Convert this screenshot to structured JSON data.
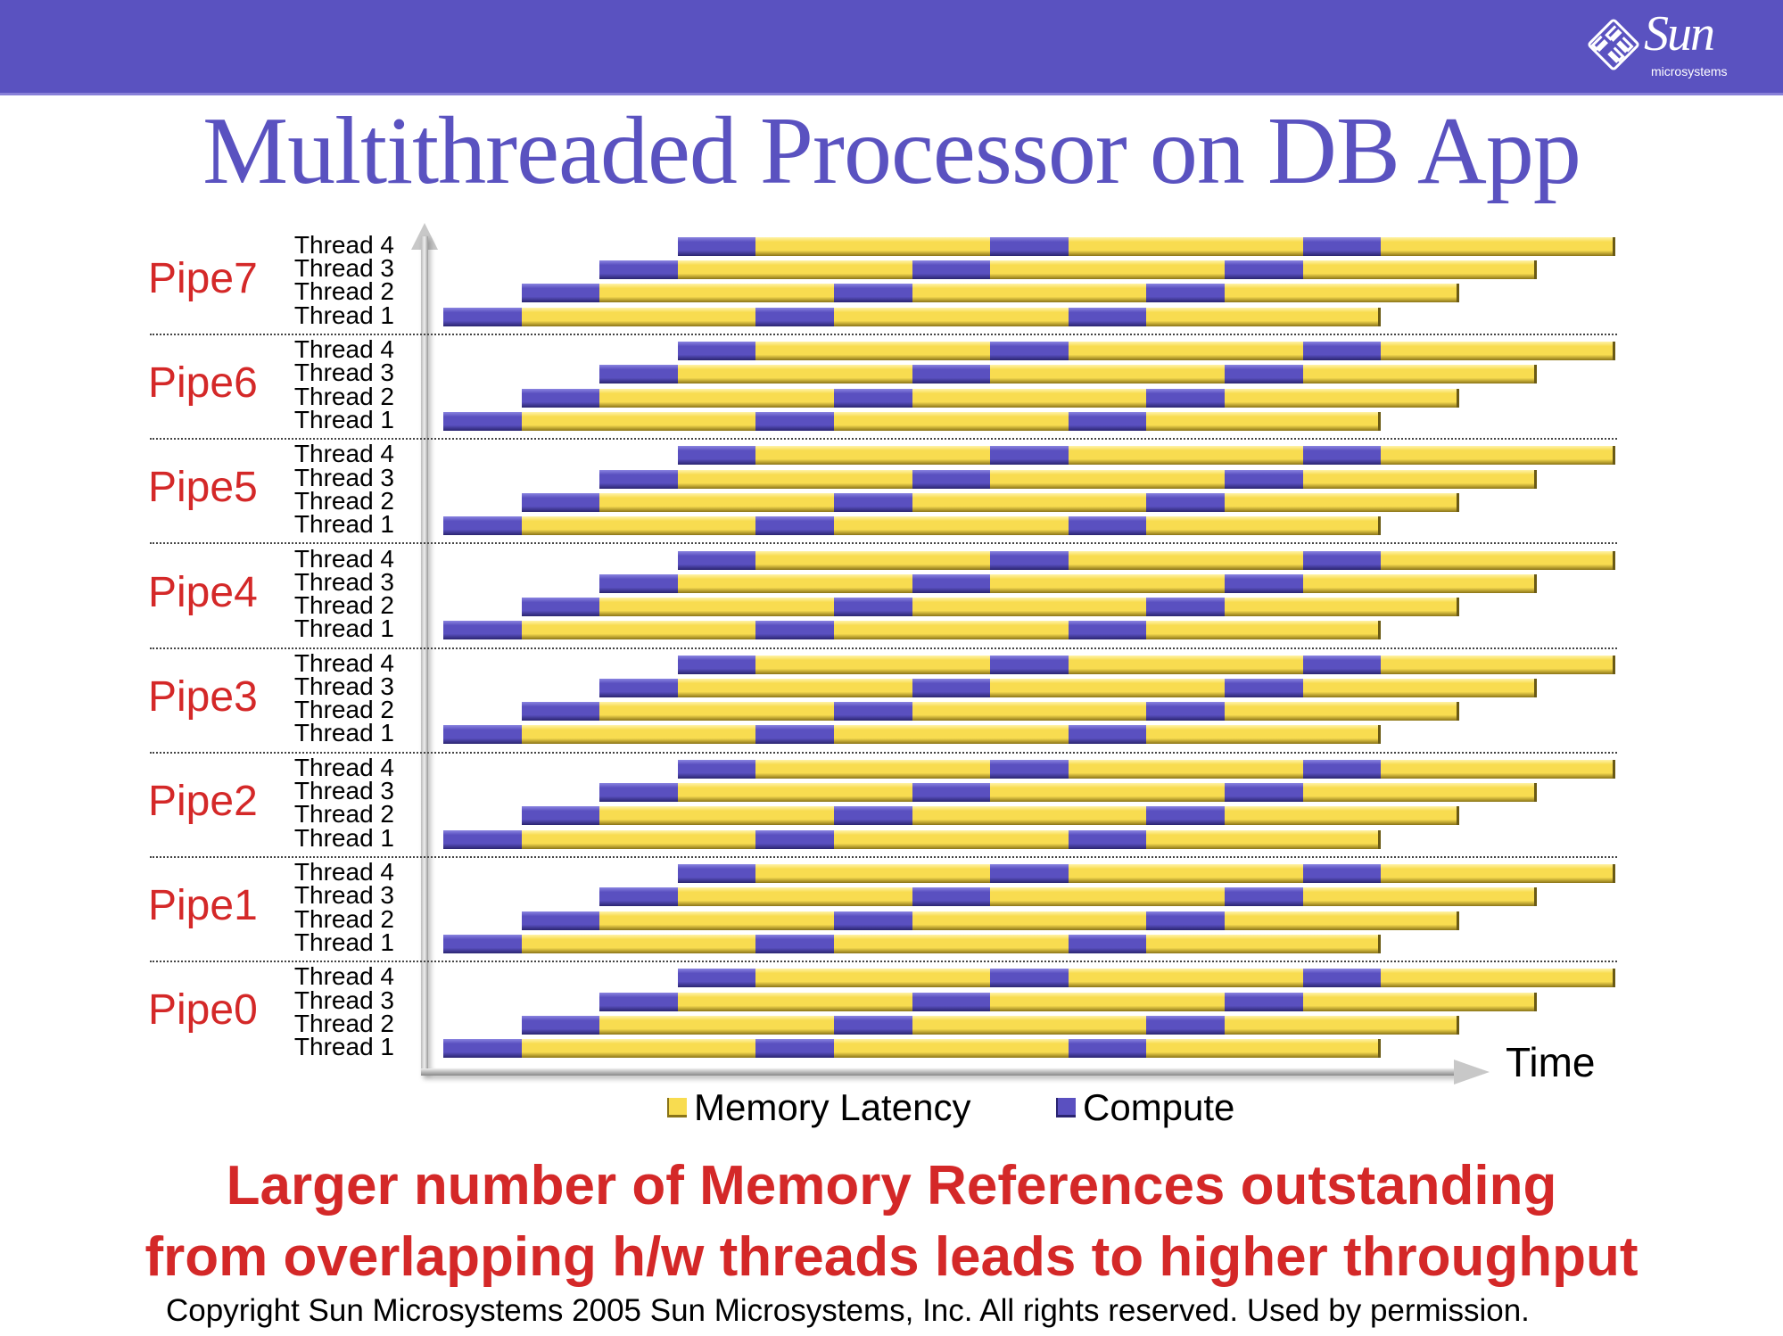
{
  "header": {
    "logo_word": "Sun",
    "logo_sub": "microsystems",
    "title": "Multithreaded Processor on DB App"
  },
  "colors": {
    "banner": "#5a52c0",
    "title": "#5a52c0",
    "compute": "#5a50c0",
    "memory_latency": "#f8dc50",
    "pipe_label": "#d42828",
    "takeaway": "#d42828"
  },
  "diagram": {
    "pipes": [
      "Pipe7",
      "Pipe6",
      "Pipe5",
      "Pipe4",
      "Pipe3",
      "Pipe2",
      "Pipe1",
      "Pipe0"
    ],
    "threads": [
      "Thread 4",
      "Thread 3",
      "Thread 2",
      "Thread 1"
    ],
    "x_axis_label": "Time",
    "timeline_units": "compute slots",
    "thread_schedules": [
      {
        "thread": "Thread 4",
        "start": 3,
        "segments": [
          {
            "type": "compute",
            "len": 1
          },
          {
            "type": "memory",
            "len": 3
          },
          {
            "type": "compute",
            "len": 1
          },
          {
            "type": "memory",
            "len": 3
          },
          {
            "type": "compute",
            "len": 1
          },
          {
            "type": "memory",
            "len": 3
          }
        ]
      },
      {
        "thread": "Thread 3",
        "start": 2,
        "segments": [
          {
            "type": "compute",
            "len": 1
          },
          {
            "type": "memory",
            "len": 3
          },
          {
            "type": "compute",
            "len": 1
          },
          {
            "type": "memory",
            "len": 3
          },
          {
            "type": "compute",
            "len": 1
          },
          {
            "type": "memory",
            "len": 3
          }
        ]
      },
      {
        "thread": "Thread 2",
        "start": 1,
        "segments": [
          {
            "type": "compute",
            "len": 1
          },
          {
            "type": "memory",
            "len": 3
          },
          {
            "type": "compute",
            "len": 1
          },
          {
            "type": "memory",
            "len": 3
          },
          {
            "type": "compute",
            "len": 1
          },
          {
            "type": "memory",
            "len": 3
          }
        ]
      },
      {
        "thread": "Thread 1",
        "start": 0,
        "segments": [
          {
            "type": "compute",
            "len": 1
          },
          {
            "type": "memory",
            "len": 3
          },
          {
            "type": "compute",
            "len": 1
          },
          {
            "type": "memory",
            "len": 3
          },
          {
            "type": "compute",
            "len": 1
          },
          {
            "type": "memory",
            "len": 3
          }
        ]
      }
    ]
  },
  "legend": {
    "memory_latency": "Memory Latency",
    "compute": "Compute"
  },
  "takeaway": {
    "line1": "Larger number of Memory References outstanding",
    "line2": "from overlapping h/w threads leads to higher throughput"
  },
  "copyright": "Copyright Sun Microsystems 2005  Sun Microsystems, Inc. All rights reserved. Used by permission."
}
